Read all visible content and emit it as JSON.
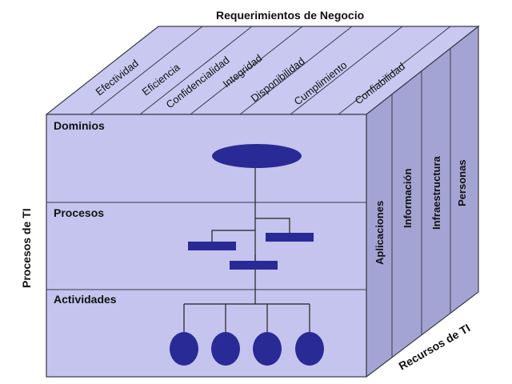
{
  "top_title": "Requerimientos de Negocio",
  "left_title": "Procesos de TI",
  "right_title": "Recursos de TI",
  "requirements": [
    "Efectividad",
    "Eficiencia",
    "Confidencialidad",
    "Integridad",
    "Disponibilidad",
    "Cumplimiento",
    "Confiabilidad"
  ],
  "layers": [
    "Dominios",
    "Procesos",
    "Actividades"
  ],
  "resources": [
    "Aplicaciones",
    "Información",
    "Infraestructura",
    "Personas"
  ],
  "colors": {
    "face_front": "#c4c4ee",
    "face_top": "#c8c8f0",
    "face_side": "#a4a4d4",
    "edge": "#3a3a4a",
    "shape_fill": "#2a2a96"
  }
}
